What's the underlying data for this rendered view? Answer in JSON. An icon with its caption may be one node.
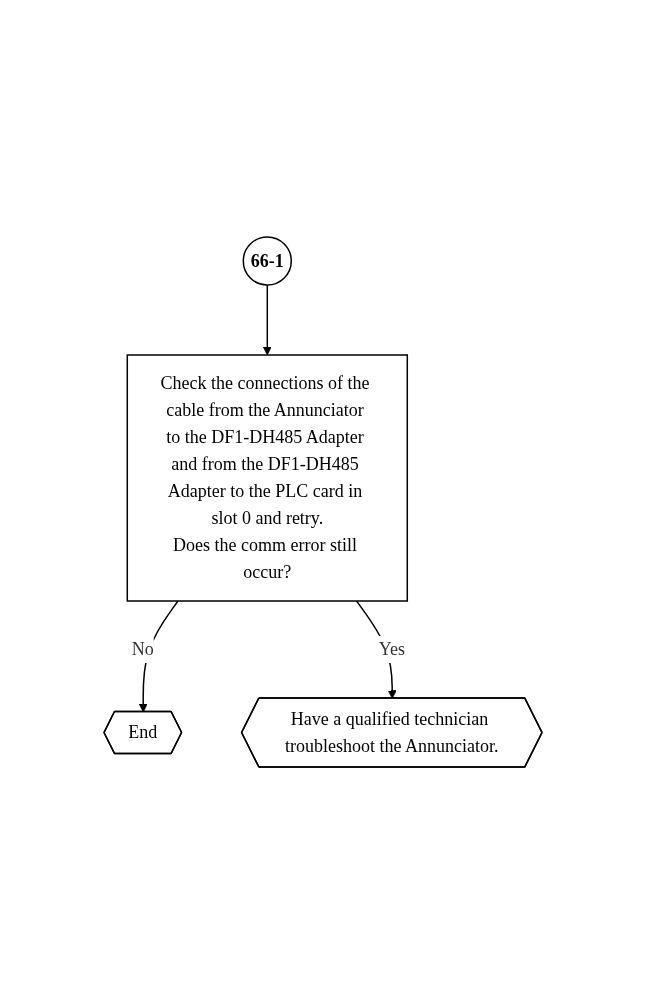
{
  "diagram": {
    "nodes": [
      {
        "text": [
          "66-1"
        ]
      },
      {
        "text": [
          "Check the connections of the cable from the Annunciator to the DF1-DH485 Adapter and from the DF1-DH485 Adapter to the PLC card in slot 0 and retry.",
          "Does the comm error still occur?"
        ]
      },
      {
        "text": [
          "End"
        ]
      },
      {
        "text": [
          "Have a qualified technician troubleshoot the Annunciator."
        ]
      }
    ],
    "edges": [
      {
        "from": 0,
        "to": 1,
        "arrow": "to"
      },
      {
        "from": 1,
        "to": 2,
        "arrow": "to",
        "label": "No"
      },
      {
        "from": 1,
        "to": 3,
        "arrow": "to",
        "label": "Yes"
      }
    ]
  }
}
